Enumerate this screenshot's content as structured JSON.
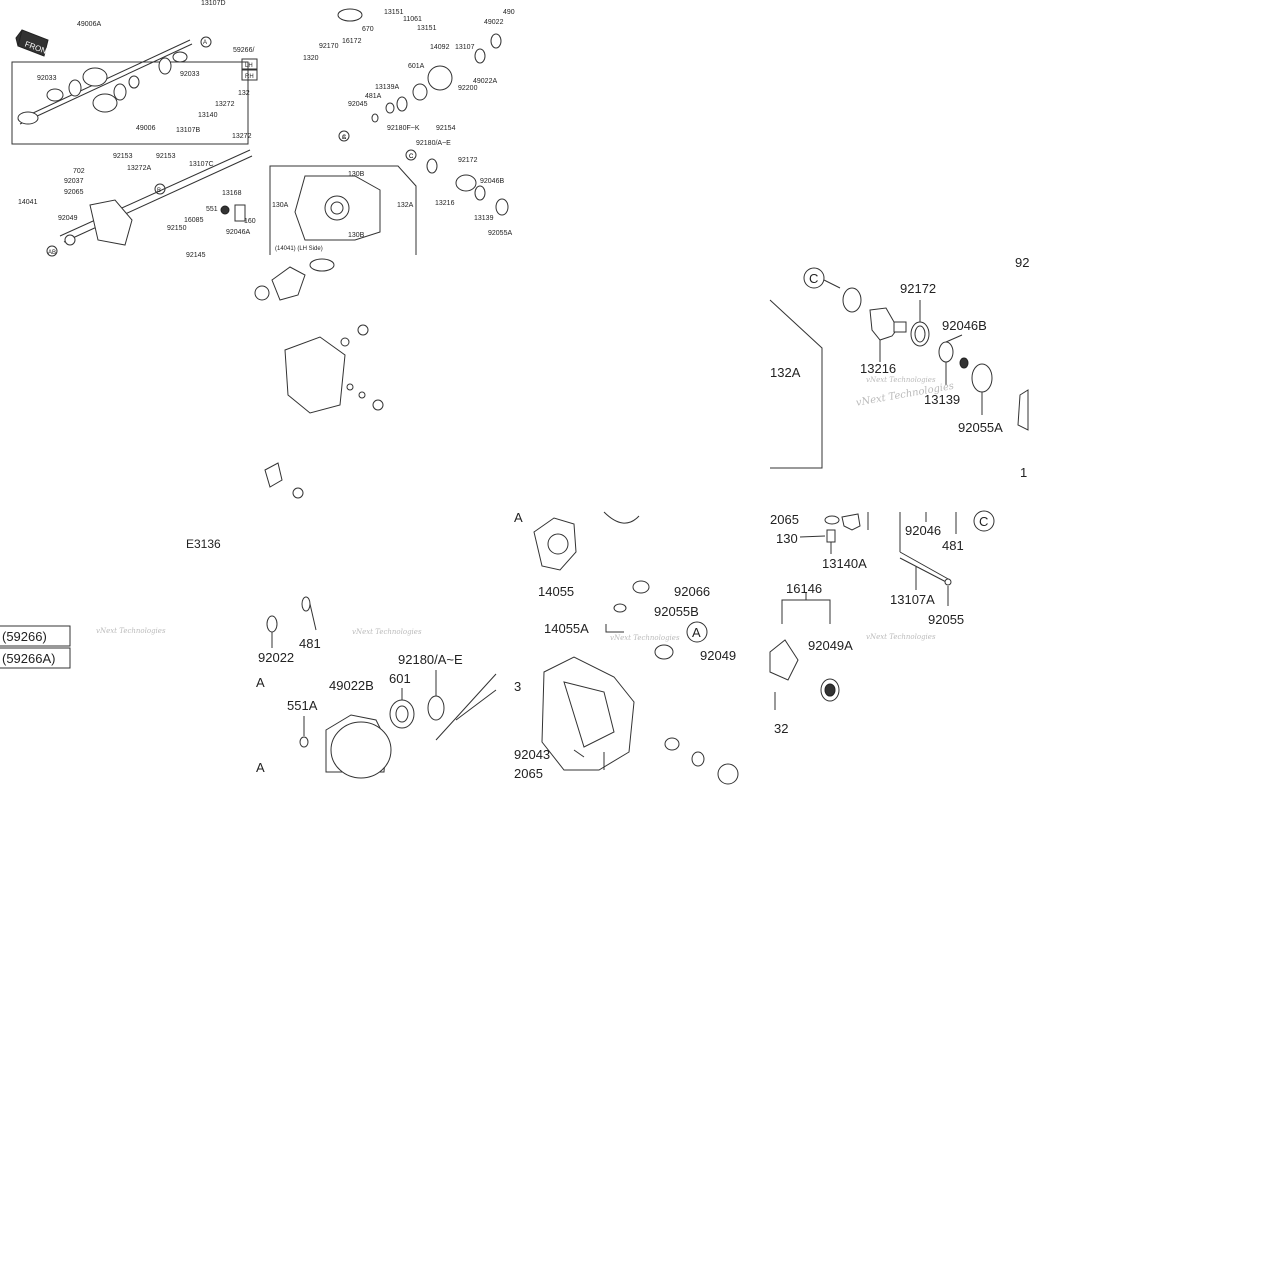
{
  "tiles": {
    "overview": {
      "front_tag": "FRONT",
      "boxes": {
        "lh": "LH",
        "rh": "RH"
      },
      "lh_side_caption": "(14041)  (LH Side)",
      "parts": [
        "49006A",
        "92033",
        "59266/",
        "92033",
        "49006",
        "13272",
        "132",
        "13140",
        "13107B",
        "13272",
        "13107C",
        "13168",
        "92153",
        "702",
        "92037",
        "13272A",
        "92153",
        "92065",
        "14041",
        "92049",
        "16085",
        "551",
        "160",
        "92150",
        "92046A",
        "92145",
        "13107D",
        "13151",
        "11061",
        "13151",
        "670",
        "16172",
        "92170",
        "1320",
        "14092",
        "13107",
        "49022",
        "490",
        "601A",
        "49022A",
        "92200",
        "13139A",
        "481A",
        "92045",
        "92180F~K",
        "92154",
        "92180/A~E",
        "92172",
        "92046B",
        "13216",
        "13139",
        "92055A",
        "130B",
        "130A",
        "132A",
        "130B",
        "14055",
        "92066",
        "92055B",
        "14055A",
        "92049",
        "2043",
        "92043",
        "92065",
        "130",
        "13140A",
        "92046",
        "481",
        "16146",
        "92049A",
        "13107A",
        "92055",
        "022A",
        "132",
        "2",
        "92"
      ],
      "letters": [
        "A",
        "B",
        "A",
        "B",
        "C",
        "C",
        "A",
        "C"
      ]
    },
    "code": "E3136",
    "zoom_c": {
      "parts": [
        "92",
        "92172",
        "92046B",
        "13216",
        "13139",
        "92055A",
        "132A",
        "1"
      ],
      "letters": [
        "C"
      ]
    },
    "zoom_lower_right": {
      "parts": [
        "2065",
        "130",
        "13140A",
        "92046",
        "481",
        "13107A",
        "92055",
        "16146",
        "92049A",
        "32"
      ],
      "letters": [
        "C"
      ]
    },
    "zoom_left": {
      "boxes": [
        "(59266)",
        "(59266A)"
      ]
    },
    "zoom_gear": {
      "parts": [
        "92022",
        "481",
        "A",
        "49022B",
        "601",
        "92180/A~E",
        "551A",
        "A"
      ]
    },
    "zoom_case": {
      "parts": [
        "A",
        "14055",
        "92066",
        "92055B",
        "14055A",
        "92049",
        "3",
        "92043",
        "2065"
      ],
      "letters": [
        "A"
      ]
    },
    "watermark": {
      "line1": "vNext Technologies",
      "line2": "vNext Technologies"
    }
  }
}
